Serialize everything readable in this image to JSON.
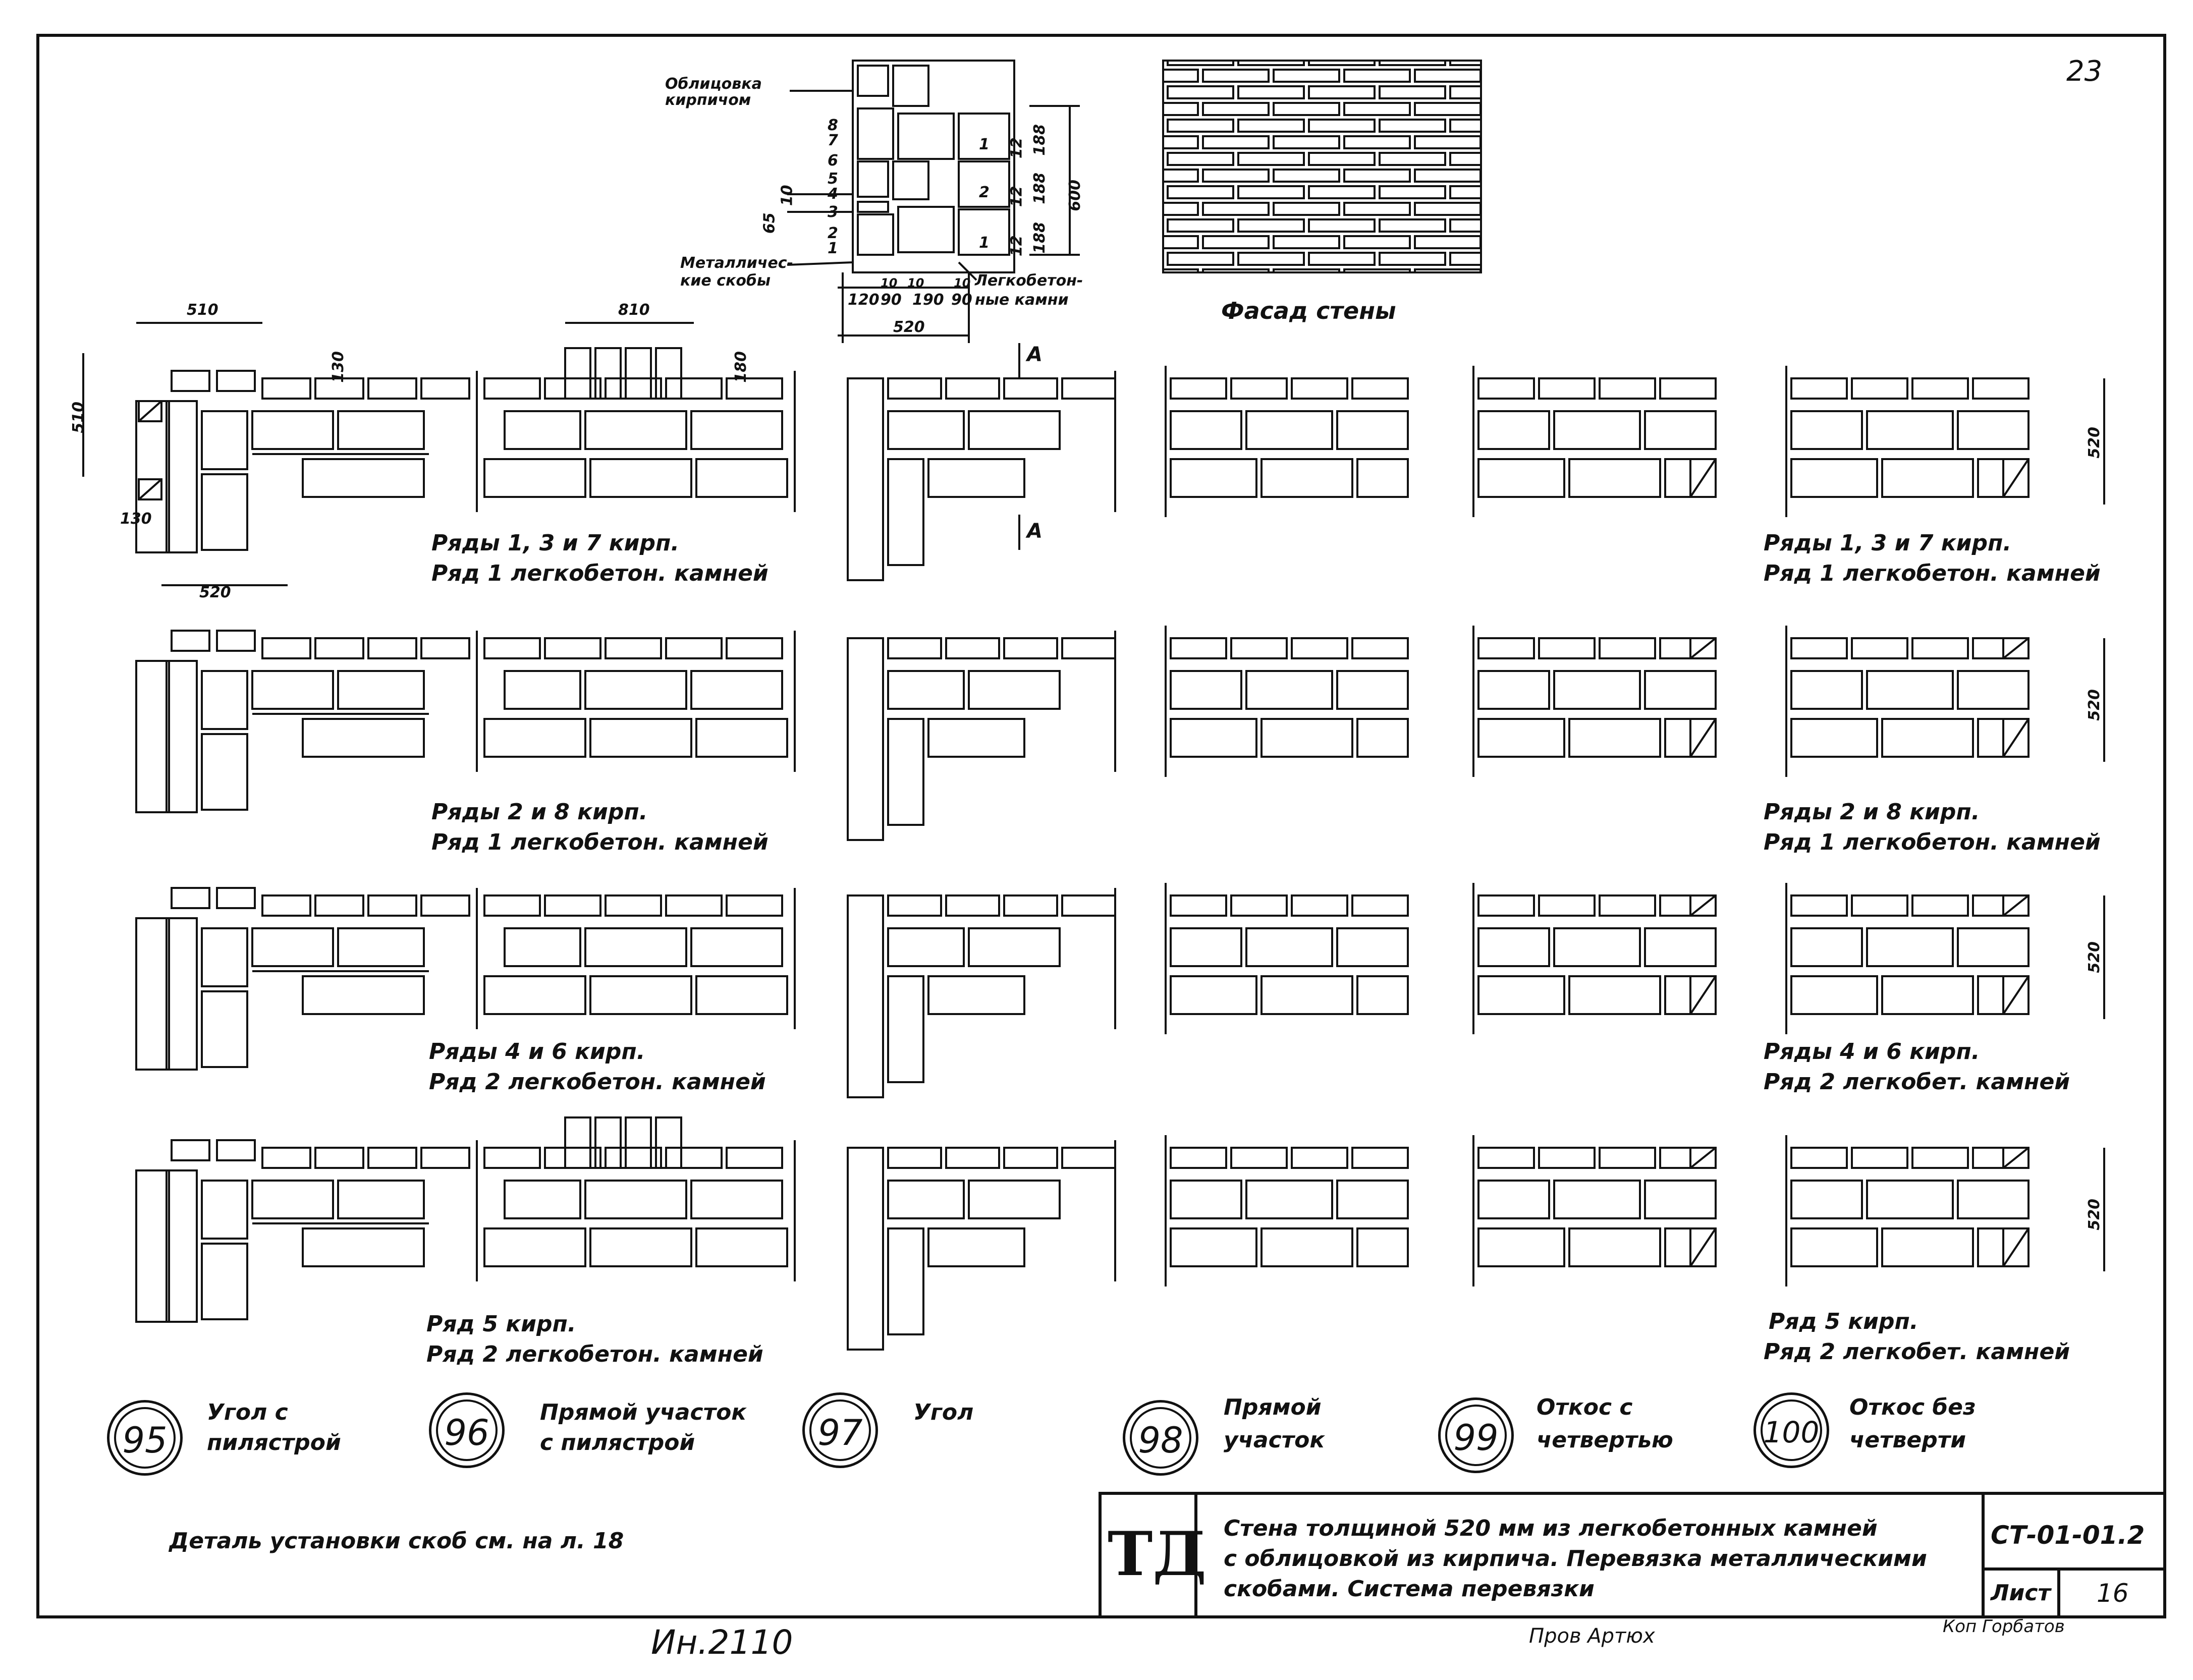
{
  "sheet": {
    "page_number": "23",
    "stamp_text": "Ин.2110"
  },
  "top_detail": {
    "label_facing": [
      "Облицовка",
      "кирпичом"
    ],
    "label_brackets": [
      "Металличес-",
      "кие скобы"
    ],
    "label_blocks": [
      "Легкобетон-",
      "ные камни"
    ],
    "row_numbers": [
      "8",
      "7",
      "6",
      "5",
      "4",
      "3",
      "2",
      "1"
    ],
    "block_numbers": [
      "1",
      "2",
      "1"
    ],
    "dims_right_small": [
      "12",
      "12",
      "12"
    ],
    "dims_right_big": [
      "188",
      "188",
      "188"
    ],
    "dim_height": "600",
    "dim_left": [
      "65",
      "10"
    ],
    "dims_bottom": [
      "120",
      "10",
      "90",
      "10",
      "190",
      "10",
      "90"
    ],
    "dim_total": "520"
  },
  "facade": {
    "caption": "Фасад стены"
  },
  "section_mark": "А",
  "dims": {
    "d510_top": "510",
    "d510_side": "510",
    "d130_top": "130",
    "d130_side": "130",
    "d520_bottom": "520",
    "d810": "810",
    "d180": "180",
    "d520_right": [
      "520",
      "520",
      "520",
      "520"
    ]
  },
  "row_captions": [
    {
      "left": [
        "Ряды 1, 3 и 7 кирп.",
        "Ряд 1 легкобетон. камней"
      ],
      "right": [
        "Ряды 1, 3 и 7 кирп.",
        "Ряд 1 легкобетон. камней"
      ]
    },
    {
      "left": [
        "Ряды 2 и 8 кирп.",
        "Ряд 1 легкобетон. камней"
      ],
      "right": [
        "Ряды 2 и 8 кирп.",
        "Ряд 1 легкобетон. камней"
      ]
    },
    {
      "left": [
        "Ряды 4 и 6 кирп.",
        "Ряд 2 легкобетон. камней"
      ],
      "right": [
        "Ряды 4 и 6 кирп.",
        "Ряд 2 легкобет. камней"
      ]
    },
    {
      "left": [
        "Ряд 5 кирп.",
        "Ряд 2 легкобетон. камней"
      ],
      "right": [
        "Ряд 5 кирп.",
        "Ряд 2 легкобет. камней"
      ]
    }
  ],
  "legend": [
    {
      "num": "95",
      "text": [
        "Угол с",
        "пилястрой"
      ]
    },
    {
      "num": "96",
      "text": [
        "Прямой участок",
        "с пилястрой"
      ]
    },
    {
      "num": "97",
      "text": [
        "Угол"
      ]
    },
    {
      "num": "98",
      "text": [
        "Прямой",
        "участок"
      ]
    },
    {
      "num": "99",
      "text": [
        "Откос с",
        "четвертью"
      ]
    },
    {
      "num": "100",
      "text": [
        "Откос без",
        "четверти"
      ]
    }
  ],
  "note": "Деталь установки скоб см. на л. 18",
  "title_block": {
    "logo": "ТД",
    "title": [
      "Стена толщиной 520 мм из легкобетонных камней",
      "с облицовкой из кирпича. Перевязка металлическими",
      "скобами. Система перевязки"
    ],
    "code": "СТ-01-01.2",
    "sheet_label": "Лист",
    "sheet_no": "16"
  },
  "signatures": {
    "checked": "Пров Артюх",
    "copied": "Коп Горбатов"
  }
}
